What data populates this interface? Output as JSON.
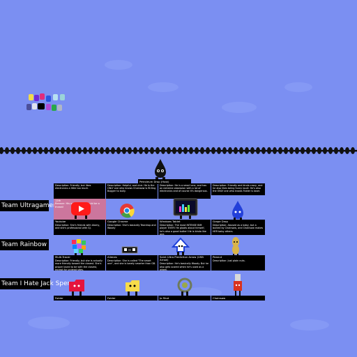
{
  "teams": [
    {
      "label": "Team Ultragamer"
    },
    {
      "label": "Team Rainbow"
    },
    {
      "label": "Team I Hate Jack Spero"
    }
  ],
  "host": {
    "label": "Petroleum Drop (Host)"
  },
  "note": {
    "title": "12th",
    "text": "Reason: His own OC and could be a threat!"
  },
  "row1_top": [
    "Description: Friendly, but likes electronics a little too much.",
    "Description: Helpful, and nice. He is the ONLY one who knows Chainsaw is flirting Bogger to bully.",
    "Description: He is a smart one, and has an extreme obsession with a lot of electronics and of course it's dangerous.",
    "Description: Friendly and kinda crazy, and he also likes being funny loudl. He's also the ONLY one who knows Folder is loser."
  ],
  "row1_bottom": [
    {
      "name": "Youtube",
      "desc": "Description: She's friends with Alomy, and she's professional with GJ."
    },
    {
      "name": "Google Chrome",
      "desc": "Description: She's basically Teardrop and Woody"
    },
    {
      "name": "Windows Tablet",
      "desc": "Description: The most INTENSE BIM player EVER! He gloats about himself, he's also a good butler! He is kinda like one."
    },
    {
      "name": "Grape Drop",
      "desc": "Description: Abused as a baby, but a bullied by Chainsaw, and Chainsaw makes HER baby others."
    }
  ],
  "row2": [
    {
      "name": "Multi-Tracer",
      "desc": "Description: Friendly, but she is actually more friendly toward the closest. She's proper loved to be with the closest, except for undead sites."
    },
    {
      "name": "Alienes",
      "desc": "Description: She is called \"The smart one\", and she is barely smarter than GB."
    },
    {
      "name": "Saint Ultra Prediction Arrow (USB Arrow)",
      "desc": "Description: He's basically Woody. But he also gets scared when he's used as a wheel."
    },
    {
      "name": "Peanut",
      "desc": "Description: Just plain nuts."
    }
  ],
  "row3": [
    {
      "name": "Folder"
    },
    {
      "name": "Folder"
    },
    {
      "name": "Jo Shot"
    },
    {
      "name": "Chainsaw"
    }
  ],
  "colors": {
    "sky": "#7b8ff2",
    "panel": "#000000",
    "note": "#e76d80",
    "youtube_red": "#ff0000"
  }
}
